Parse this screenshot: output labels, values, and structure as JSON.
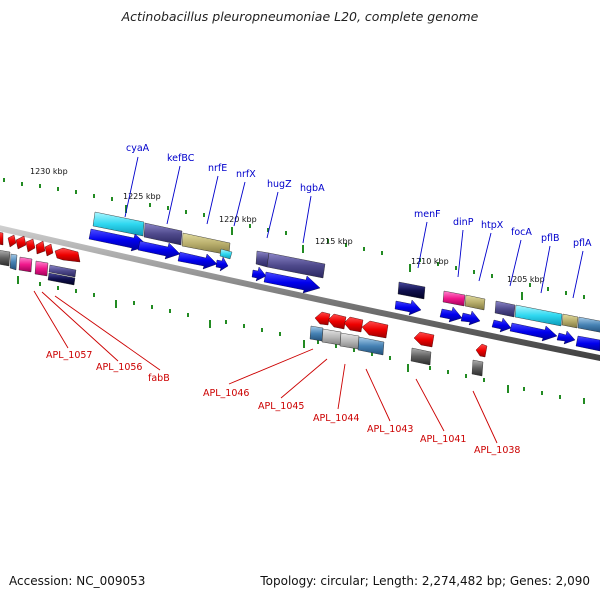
{
  "header": {
    "title": "Actinobacillus pleuropneumoniae L20, complete genome"
  },
  "footer": {
    "accession": "Accession: NC_009053",
    "stats": "Topology: circular; Length: 2,274,482 bp; Genes: 2,090"
  },
  "ruler": {
    "labels": [
      "1230 kbp",
      "1225 kbp",
      "1220 kbp",
      "1215 kbp",
      "1210 kbp",
      "1205 kbp"
    ]
  },
  "genes_top": [
    "cyaA",
    "kefBC",
    "nrfE",
    "nrfX",
    "hugZ",
    "hgbA",
    "menF",
    "dinP",
    "htpX",
    "focA",
    "pflB",
    "pflA"
  ],
  "genes_bottom": [
    "APL_1057",
    "APL_1056",
    "fabB",
    "APL_1046",
    "APL_1045",
    "APL_1044",
    "APL_1043",
    "APL_1041",
    "APL_1038"
  ],
  "colors": {
    "forward_label": "#0000cc",
    "reverse_label": "#cc0000",
    "forward_cds": "#0000ee",
    "reverse_cds": "#ee0000",
    "tick": "#228b22",
    "backbone": "#888888"
  }
}
